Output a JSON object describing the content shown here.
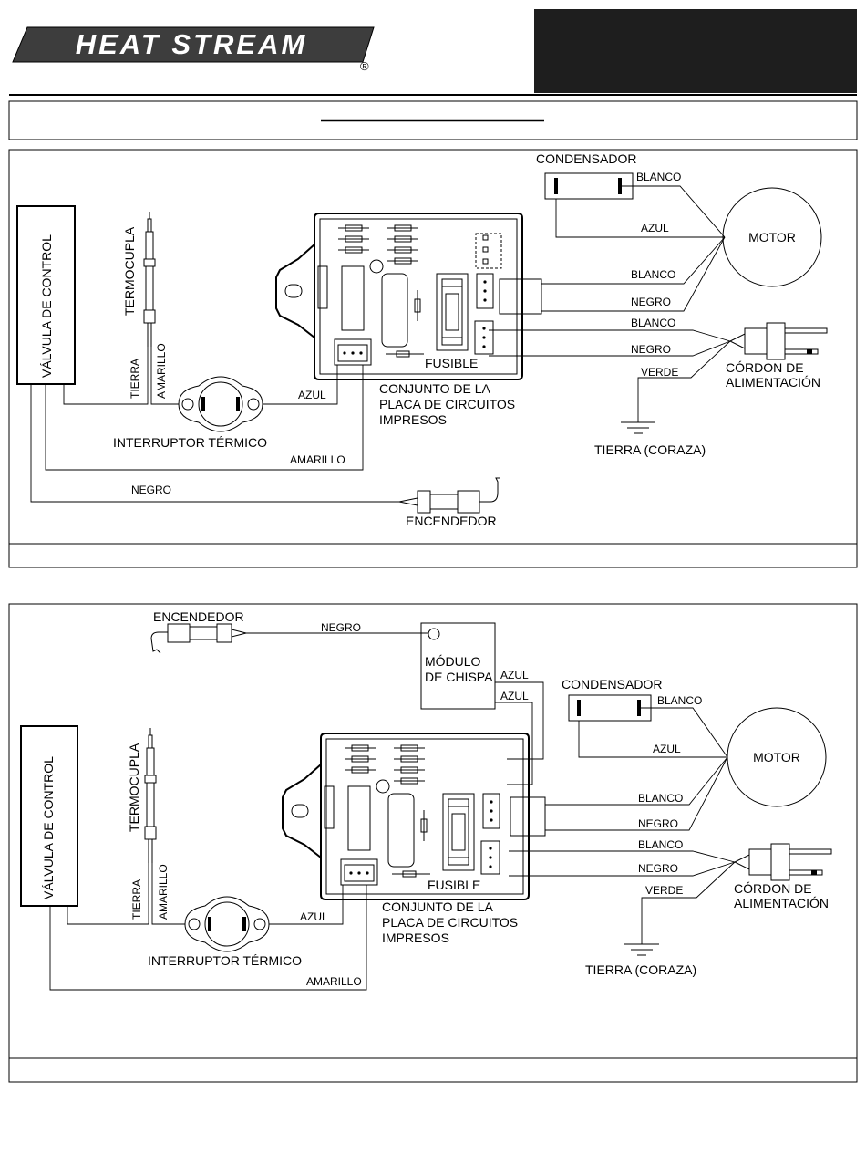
{
  "header": {
    "logo_text": "HEAT STREAM",
    "registered_mark": "®"
  },
  "diagram1": {
    "control_valve": "VÁLVULA DE CONTROL",
    "thermocouple": "TERMOCUPLA",
    "condenser": "CONDENSADOR",
    "motor": "MOTOR",
    "power_cord_line1": "CÓRDON DE",
    "power_cord_line2": "ALIMENTACIÓN",
    "fuse": "FUSIBLE",
    "pcb_line1": "CONJUNTO DE LA",
    "pcb_line2": "PLACA DE CIRCUITOS",
    "pcb_line3": "IMPRESOS",
    "thermal_switch": "INTERRUPTOR TÉRMICO",
    "ground": "TIERRA (CORAZA)",
    "igniter": "ENCENDEDOR",
    "wires": {
      "blanco_cond": "BLANCO",
      "azul_motor": "AZUL",
      "blanco_motor": "BLANCO",
      "negro_motor": "NEGRO",
      "blanco_cord": "BLANCO",
      "negro_cord": "NEGRO",
      "verde": "VERDE",
      "tierra": "TIERRA",
      "amarillo_tc": "AMARILLO",
      "azul_switch": "AZUL",
      "amarillo_bottom": "AMARILLO",
      "negro_igniter": "NEGRO"
    }
  },
  "diagram2": {
    "control_valve": "VÁLVULA DE CONTROL",
    "thermocouple": "TERMOCUPLA",
    "igniter": "ENCENDEDOR",
    "spark_module_line1": "MÓDULO",
    "spark_module_line2": "DE CHISPA",
    "condenser": "CONDENSADOR",
    "motor": "MOTOR",
    "power_cord_line1": "CÓRDON DE",
    "power_cord_line2": "ALIMENTACIÓN",
    "fuse": "FUSIBLE",
    "pcb_line1": "CONJUNTO DE LA",
    "pcb_line2": "PLACA DE CIRCUITOS",
    "pcb_line3": "IMPRESOS",
    "thermal_switch": "INTERRUPTOR TÉRMICO",
    "ground": "TIERRA (CORAZA)",
    "wires": {
      "negro_igniter": "NEGRO",
      "azul_module1": "AZUL",
      "azul_module2": "AZUL",
      "blanco_cond": "BLANCO",
      "azul_motor": "AZUL",
      "blanco_motor": "BLANCO",
      "negro_motor": "NEGRO",
      "blanco_cord": "BLANCO",
      "negro_cord": "NEGRO",
      "verde": "VERDE",
      "tierra": "TIERRA",
      "amarillo_tc": "AMARILLO",
      "azul_switch": "AZUL",
      "amarillo_bottom": "AMARILLO"
    }
  }
}
